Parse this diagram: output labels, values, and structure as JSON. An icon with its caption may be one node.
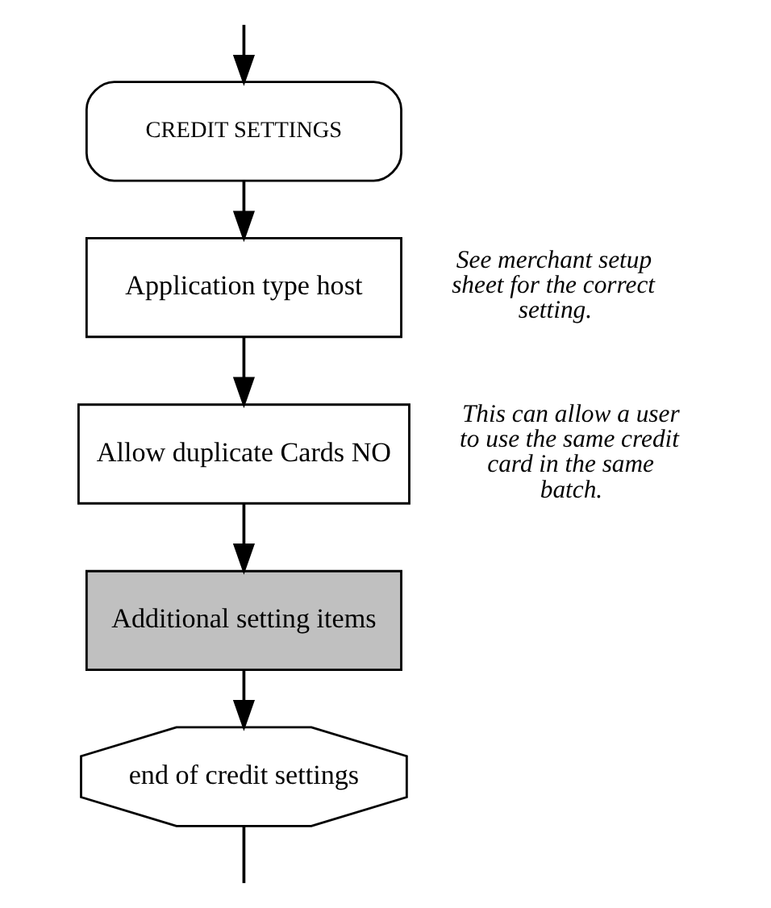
{
  "diagram": {
    "nodes": [
      {
        "text": [
          "CREDIT SETTINGS"
        ]
      },
      {
        "text": [
          "Application type host"
        ],
        "beside": [
          "See merchant setup sheet for the correct setting."
        ]
      },
      {
        "text": [
          "Allow duplicate Cards NO"
        ],
        "beside": [
          "This can allow a user to use the same credit card in the same batch."
        ]
      },
      {
        "text": [
          "Additional setting items"
        ]
      },
      {
        "text": [
          "end of credit settings"
        ]
      }
    ],
    "edges": [
      {
        "from": null,
        "to": 0,
        "arrow": "to"
      },
      {
        "from": 0,
        "to": 1,
        "arrow": "to"
      },
      {
        "from": 1,
        "to": 2,
        "arrow": "to"
      },
      {
        "from": 2,
        "to": 3,
        "arrow": "to"
      },
      {
        "from": 3,
        "to": 4,
        "arrow": "to"
      },
      {
        "from": 4,
        "to": null,
        "arrow": "none"
      }
    ]
  }
}
